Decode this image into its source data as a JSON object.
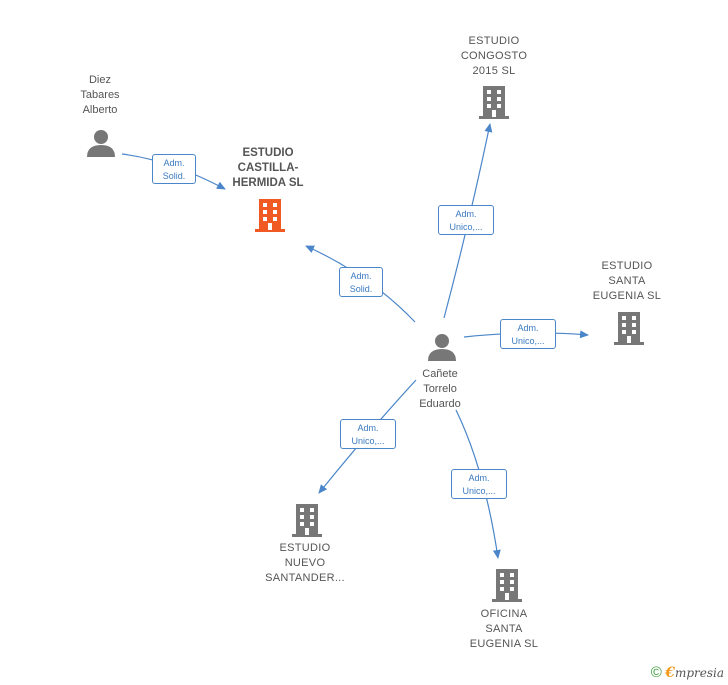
{
  "nodes": {
    "diez": {
      "lines": [
        "Diez",
        "Tabares",
        "Alberto"
      ]
    },
    "castilla": {
      "lines": [
        "ESTUDIO",
        "CASTILLA-",
        "HERMIDA  SL"
      ]
    },
    "congosto": {
      "lines": [
        "ESTUDIO",
        "CONGOSTO",
        "2015  SL"
      ]
    },
    "santa_eugenia": {
      "lines": [
        "ESTUDIO",
        "SANTA",
        "EUGENIA  SL"
      ]
    },
    "canete": {
      "lines": [
        "Cañete",
        "Torrelo",
        "Eduardo"
      ]
    },
    "nuevo": {
      "lines": [
        "ESTUDIO",
        "NUEVO",
        "SANTANDER..."
      ]
    },
    "oficina": {
      "lines": [
        "OFICINA",
        "SANTA",
        "EUGENIA  SL"
      ]
    }
  },
  "edges": {
    "diez_castilla": {
      "lines": [
        "Adm.",
        "Solid."
      ]
    },
    "canete_castilla": {
      "lines": [
        "Adm.",
        "Solid."
      ]
    },
    "canete_congosto": {
      "lines": [
        "Adm.",
        "Unico,..."
      ]
    },
    "canete_santa": {
      "lines": [
        "Adm.",
        "Unico,..."
      ]
    },
    "canete_nuevo": {
      "lines": [
        "Adm.",
        "Unico,..."
      ]
    },
    "canete_oficina": {
      "lines": [
        "Adm.",
        "Unico,..."
      ]
    }
  },
  "colors": {
    "edge": "#4a86c9",
    "node": "#777777",
    "highlight": "#f05a22"
  },
  "footer": {
    "copyright_symbol": "©",
    "brand_initial": "€",
    "brand_rest": "mpresia"
  }
}
